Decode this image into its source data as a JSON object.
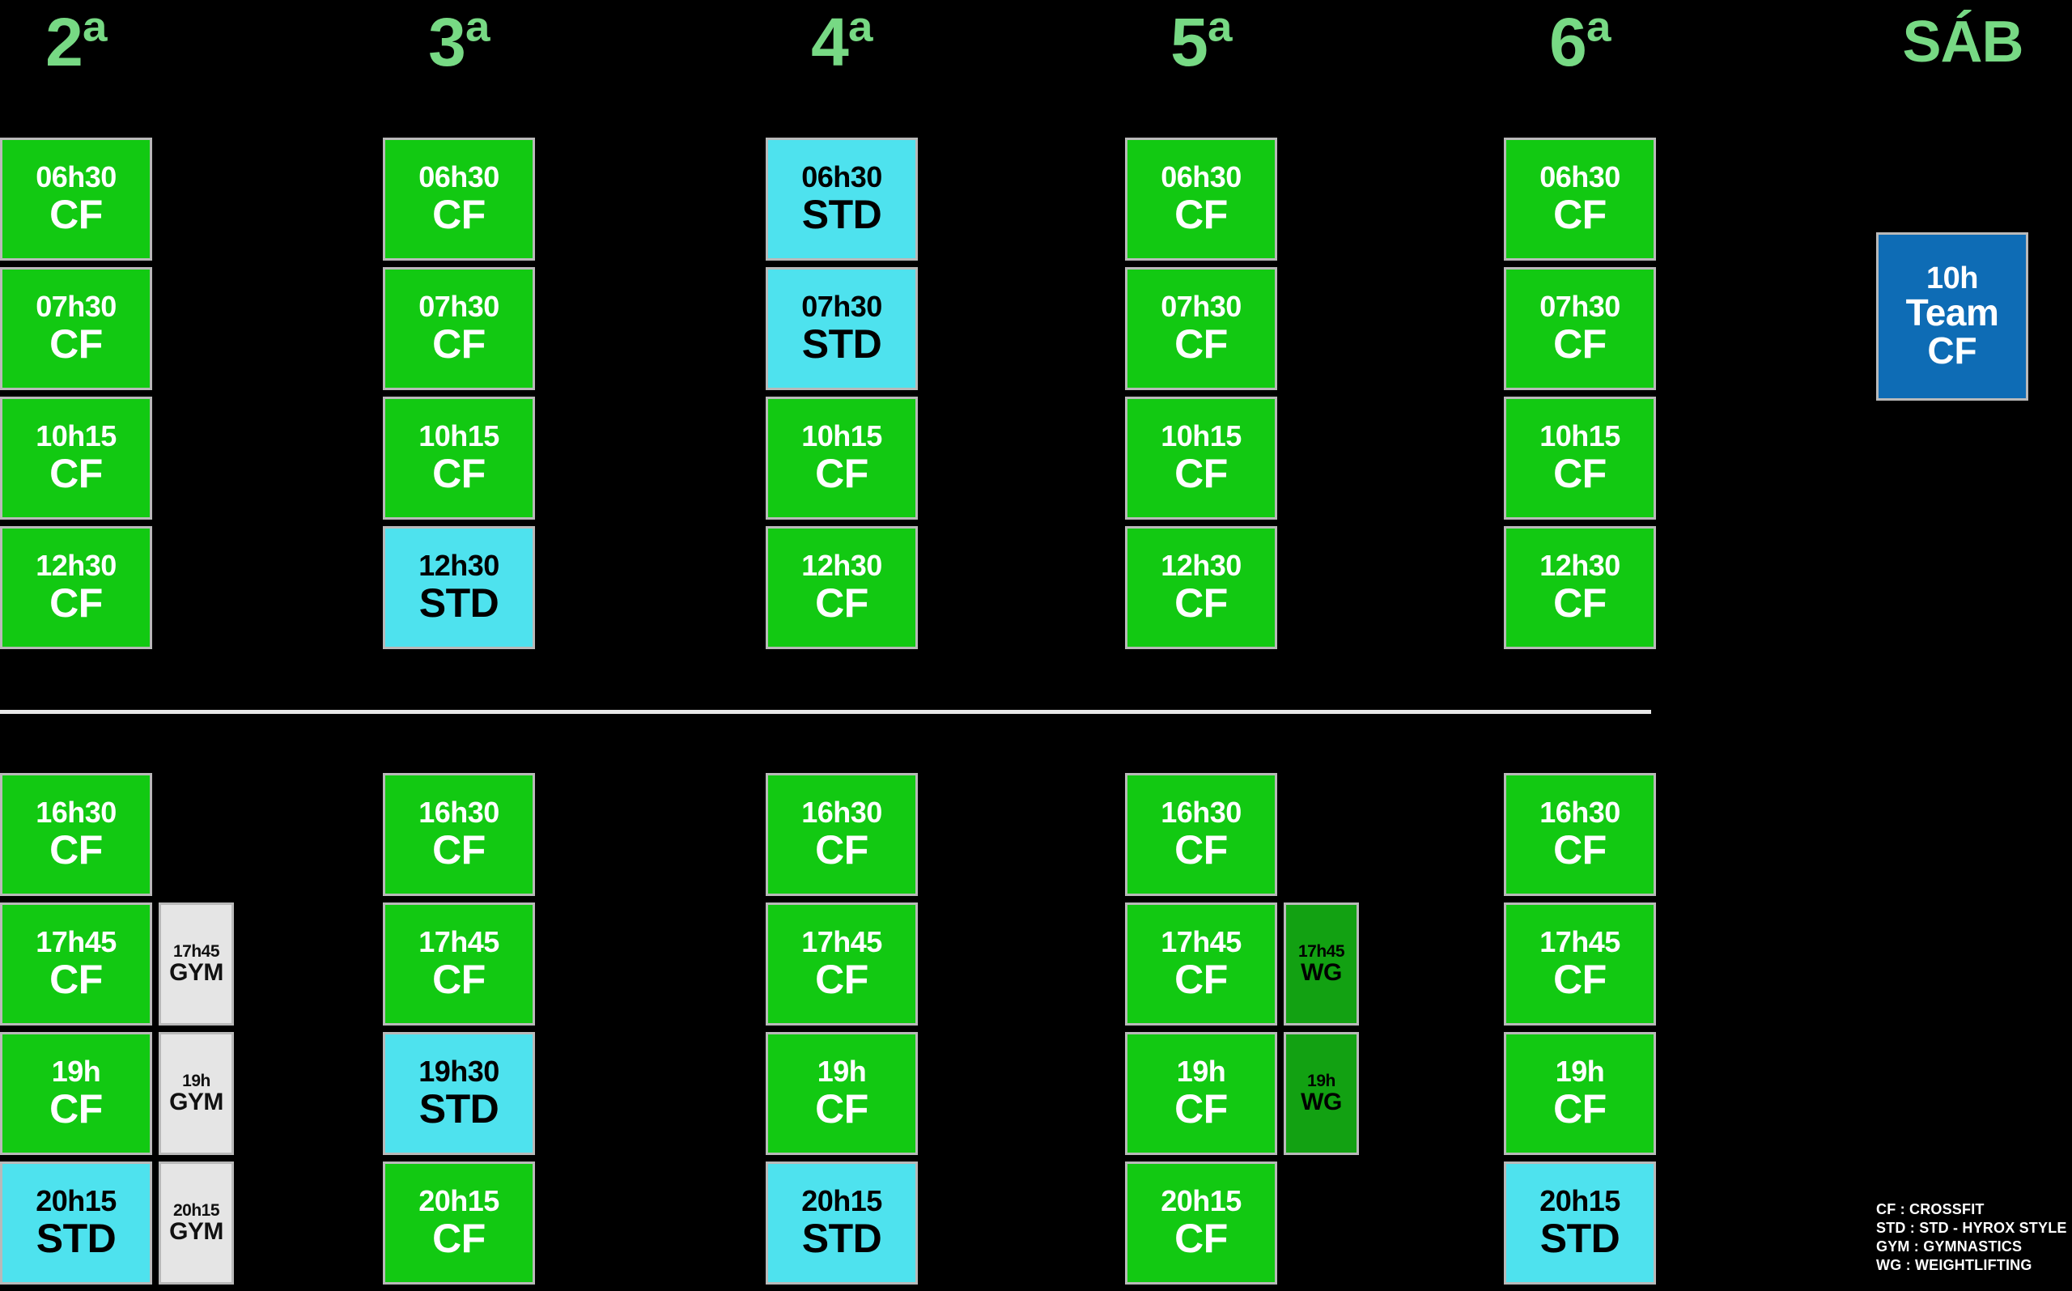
{
  "colors": {
    "background": "#000000",
    "header_green": "#77d984",
    "cf_green": "#12c912",
    "std_cyan": "#4ee2ee",
    "gym_gray": "#e5e5e5",
    "wg_green": "#12a112",
    "team_blue": "#0e6cb5",
    "card_border": "#b9b9b9",
    "divider": "#e8e8e8",
    "legend_text": "#ffffff"
  },
  "header": {
    "days": [
      {
        "label": "2ª",
        "name": "segunda"
      },
      {
        "label": "3ª",
        "name": "terca"
      },
      {
        "label": "4ª",
        "name": "quarta"
      },
      {
        "label": "5ª",
        "name": "quinta"
      },
      {
        "label": "6ª",
        "name": "sexta"
      },
      {
        "label": "SÁB",
        "name": "sabado"
      }
    ]
  },
  "morning": {
    "columns": [
      {
        "day": "2ª",
        "slots": [
          {
            "time": "06h30",
            "type": "CF",
            "style": "cf"
          },
          {
            "time": "07h30",
            "type": "CF",
            "style": "cf"
          },
          {
            "time": "10h15",
            "type": "CF",
            "style": "cf"
          },
          {
            "time": "12h30",
            "type": "CF",
            "style": "cf"
          }
        ]
      },
      {
        "day": "3ª",
        "slots": [
          {
            "time": "06h30",
            "type": "CF",
            "style": "cf"
          },
          {
            "time": "07h30",
            "type": "CF",
            "style": "cf"
          },
          {
            "time": "10h15",
            "type": "CF",
            "style": "cf"
          },
          {
            "time": "12h30",
            "type": "STD",
            "style": "std"
          }
        ]
      },
      {
        "day": "4ª",
        "slots": [
          {
            "time": "06h30",
            "type": "STD",
            "style": "std"
          },
          {
            "time": "07h30",
            "type": "STD",
            "style": "std"
          },
          {
            "time": "10h15",
            "type": "CF",
            "style": "cf"
          },
          {
            "time": "12h30",
            "type": "CF",
            "style": "cf"
          }
        ]
      },
      {
        "day": "5ª",
        "slots": [
          {
            "time": "06h30",
            "type": "CF",
            "style": "cf"
          },
          {
            "time": "07h30",
            "type": "CF",
            "style": "cf"
          },
          {
            "time": "10h15",
            "type": "CF",
            "style": "cf"
          },
          {
            "time": "12h30",
            "type": "CF",
            "style": "cf"
          }
        ]
      },
      {
        "day": "6ª",
        "slots": [
          {
            "time": "06h30",
            "type": "CF",
            "style": "cf"
          },
          {
            "time": "07h30",
            "type": "CF",
            "style": "cf"
          },
          {
            "time": "10h15",
            "type": "CF",
            "style": "cf"
          },
          {
            "time": "12h30",
            "type": "CF",
            "style": "cf"
          }
        ]
      },
      {
        "day": "SÁB",
        "slots": [
          {
            "time": "10h",
            "type": "Team",
            "type2": "CF",
            "style": "team"
          }
        ]
      }
    ]
  },
  "evening": {
    "columns": [
      {
        "day": "2ª",
        "slots": [
          {
            "time": "16h30",
            "type": "CF",
            "style": "cf"
          },
          {
            "time": "17h45",
            "type": "CF",
            "style": "cf",
            "side": {
              "time": "17h45",
              "type": "GYM",
              "style": "gym"
            }
          },
          {
            "time": "19h",
            "type": "CF",
            "style": "cf",
            "side": {
              "time": "19h",
              "type": "GYM",
              "style": "gym"
            }
          },
          {
            "time": "20h15",
            "type": "STD",
            "style": "std",
            "side": {
              "time": "20h15",
              "type": "GYM",
              "style": "gym"
            }
          }
        ]
      },
      {
        "day": "3ª",
        "slots": [
          {
            "time": "16h30",
            "type": "CF",
            "style": "cf"
          },
          {
            "time": "17h45",
            "type": "CF",
            "style": "cf"
          },
          {
            "time": "19h30",
            "type": "STD",
            "style": "std"
          },
          {
            "time": "20h15",
            "type": "CF",
            "style": "cf"
          }
        ]
      },
      {
        "day": "4ª",
        "slots": [
          {
            "time": "16h30",
            "type": "CF",
            "style": "cf"
          },
          {
            "time": "17h45",
            "type": "CF",
            "style": "cf"
          },
          {
            "time": "19h",
            "type": "CF",
            "style": "cf"
          },
          {
            "time": "20h15",
            "type": "STD",
            "style": "std"
          }
        ]
      },
      {
        "day": "5ª",
        "slots": [
          {
            "time": "16h30",
            "type": "CF",
            "style": "cf"
          },
          {
            "time": "17h45",
            "type": "CF",
            "style": "cf",
            "side": {
              "time": "17h45",
              "type": "WG",
              "style": "wg"
            }
          },
          {
            "time": "19h",
            "type": "CF",
            "style": "cf",
            "side": {
              "time": "19h",
              "type": "WG",
              "style": "wg"
            }
          },
          {
            "time": "20h15",
            "type": "CF",
            "style": "cf"
          }
        ]
      },
      {
        "day": "6ª",
        "slots": [
          {
            "time": "16h30",
            "type": "CF",
            "style": "cf"
          },
          {
            "time": "17h45",
            "type": "CF",
            "style": "cf"
          },
          {
            "time": "19h",
            "type": "CF",
            "style": "cf"
          },
          {
            "time": "20h15",
            "type": "STD",
            "style": "std"
          }
        ]
      },
      {
        "day": "SÁB",
        "slots": []
      }
    ]
  },
  "legend": {
    "lines": [
      "CF : CROSSFIT",
      "STD : STD - HYROX STYLE",
      "GYM : GYMNASTICS",
      "WG : WEIGHTLIFTING"
    ]
  }
}
